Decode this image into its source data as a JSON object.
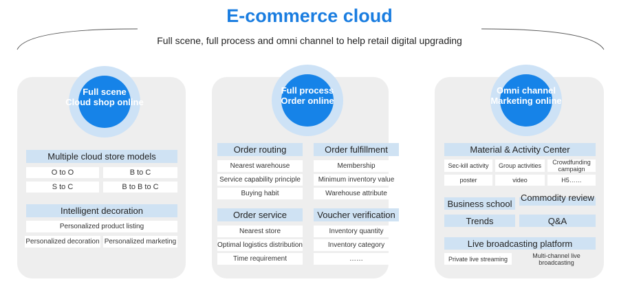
{
  "title": "E-commerce cloud",
  "subtitle": "Full scene, full process and omni channel to help retail digital upgrading",
  "accent": "#1a7de0",
  "panels": {
    "scene": {
      "circle": [
        "Full scene",
        "Cloud shop online"
      ],
      "models_header": "Multiple cloud store models",
      "models": [
        "O to O",
        "B to C",
        "S to C",
        "B to B to C"
      ],
      "decoration_header": "Intelligent decoration",
      "decoration": [
        "Personalized product listing",
        "Personalized decoration",
        "Personalized marketing"
      ]
    },
    "process": {
      "circle": [
        "Full process",
        "Order online"
      ],
      "routing_header": "Order routing",
      "routing": [
        "Nearest warehouse",
        "Service capability principle",
        "Buying habit"
      ],
      "fulfillment_header": "Order fulfillment",
      "fulfillment": [
        "Membership",
        "Minimum inventory value",
        "Warehouse attribute"
      ],
      "service_header": "Order service",
      "service": [
        "Nearest store",
        "Optimal logistics distribution",
        "Time requirement"
      ],
      "voucher_header": "Voucher verification",
      "voucher": [
        "Inventory quantity",
        "Inventory category",
        "……"
      ]
    },
    "omni": {
      "circle": [
        "Omni channel",
        "Marketing online"
      ],
      "material_header": "Material & Activity Center",
      "material": [
        "Sec-kill activity",
        "Group activities",
        "Crowdfunding campaign",
        "poster",
        "video",
        "H5……"
      ],
      "tiles": [
        "Business school",
        "Commodity review",
        "Trends",
        "Q&A"
      ],
      "live_header": "Live broadcasting platform",
      "live": [
        "Private live streaming",
        "Multi-channel live broadcasting"
      ]
    }
  }
}
